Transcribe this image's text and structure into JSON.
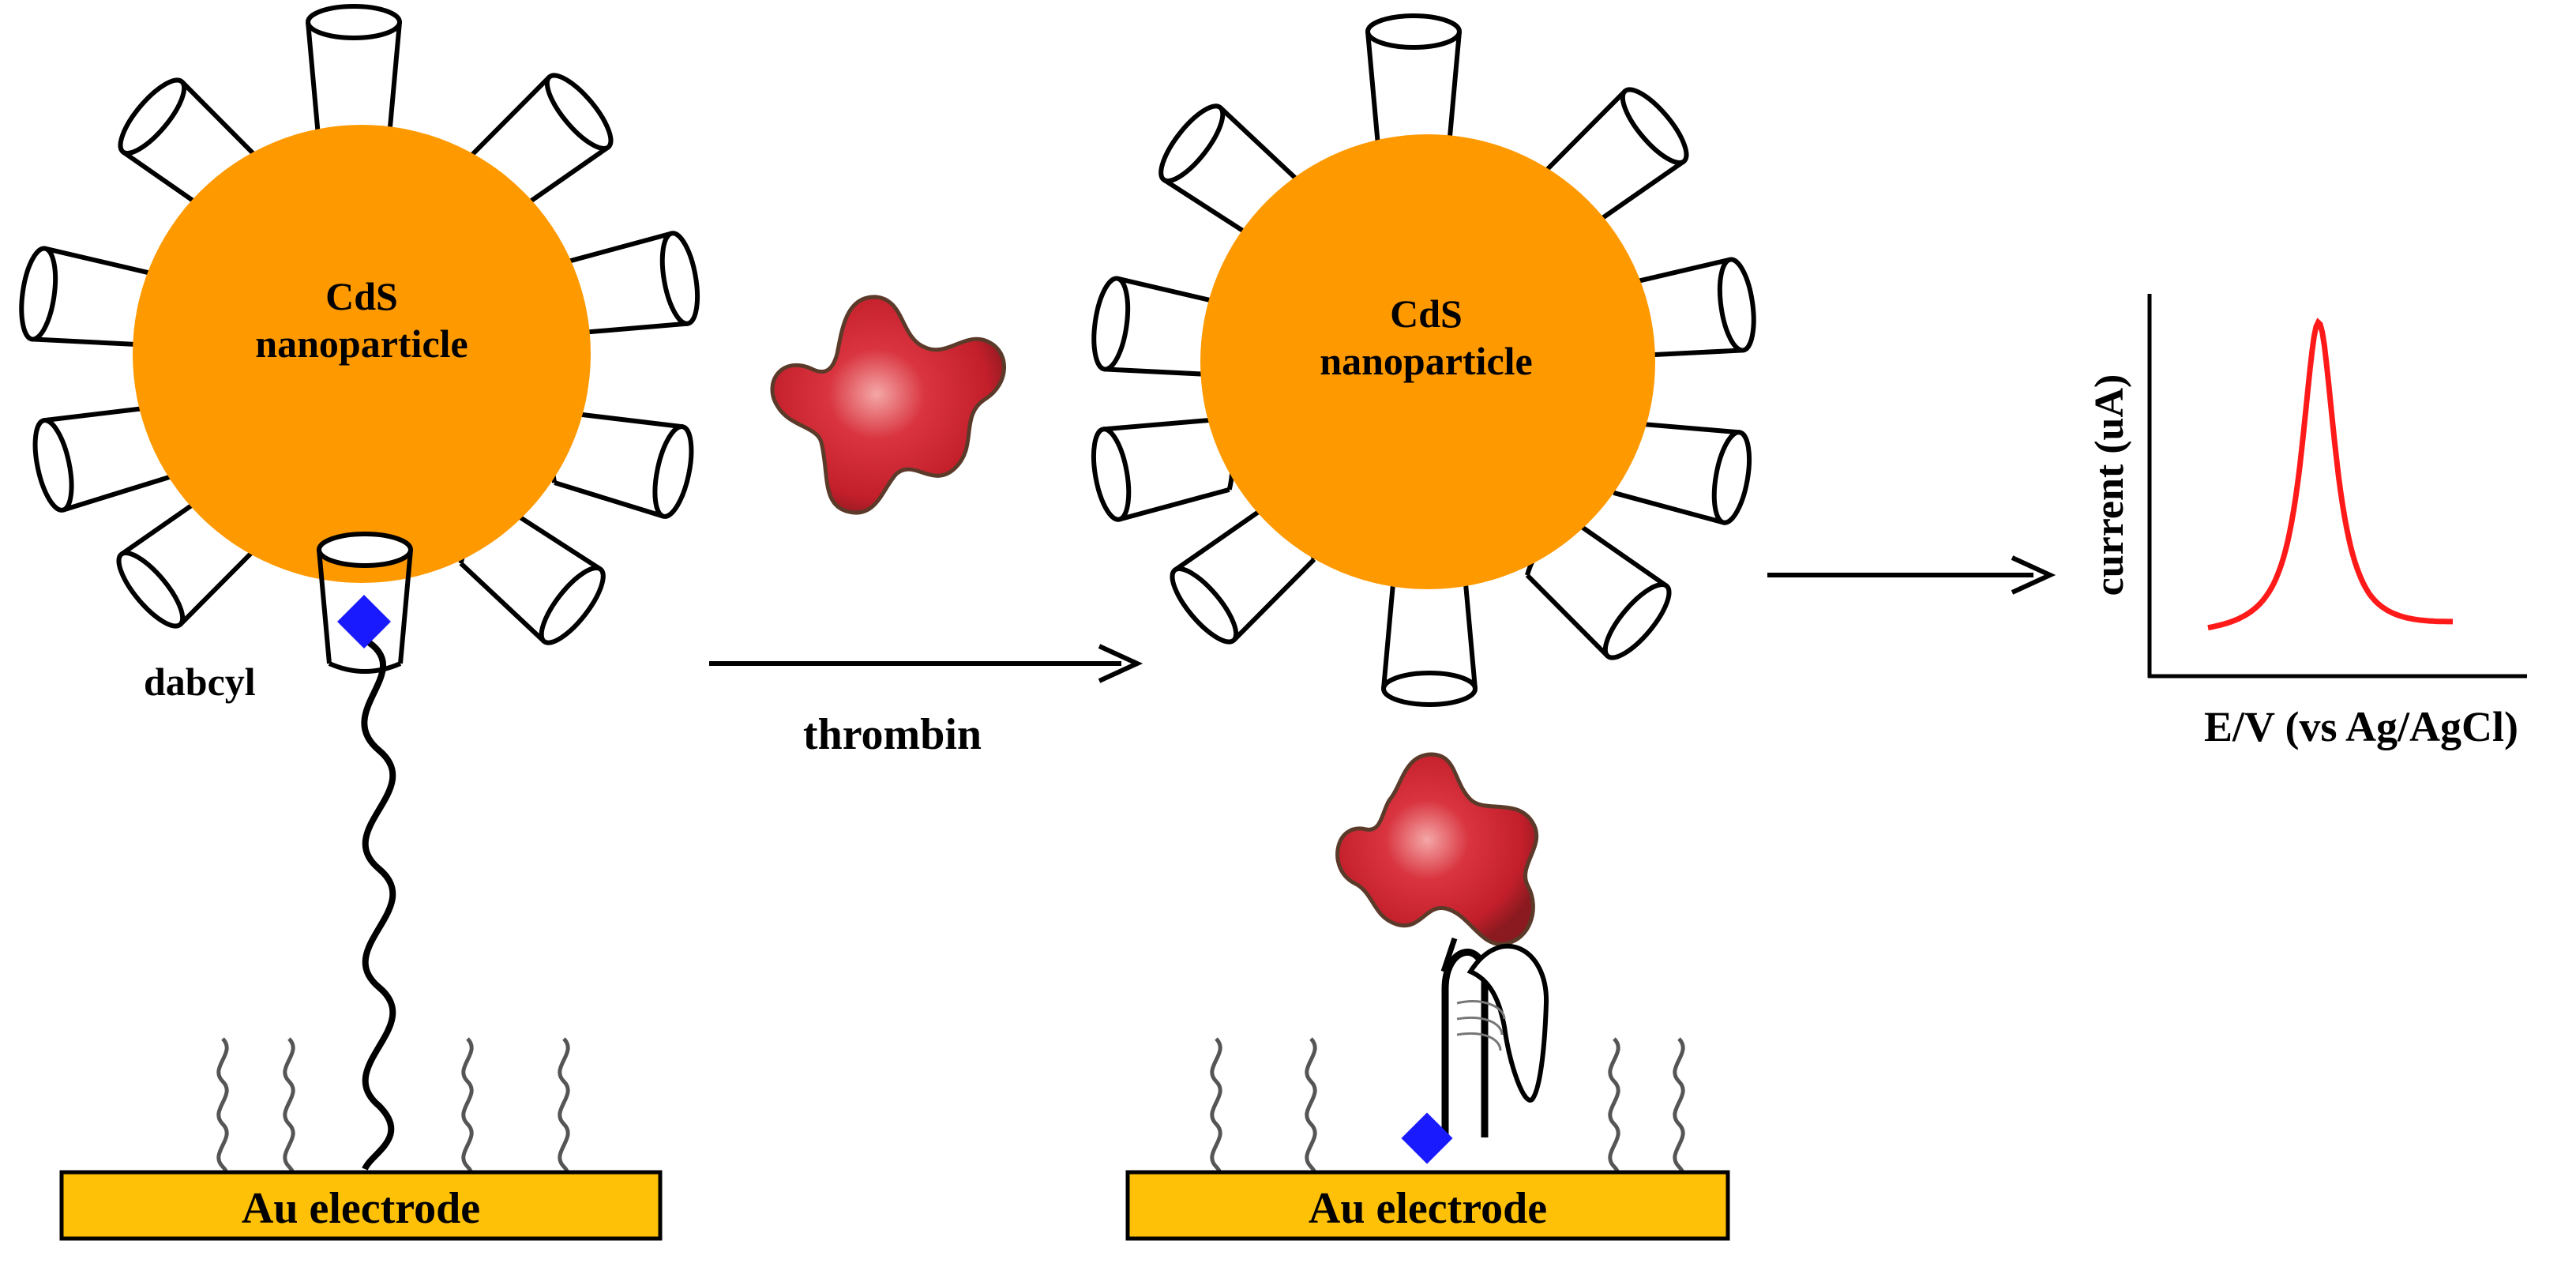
{
  "colors": {
    "nanoparticle": "#FF9900",
    "electrode": "#FFC107",
    "dabcyl": "#1A1AFF",
    "thrombin": "#C8222A",
    "peak": "#FF1A1A",
    "ink": "#000000"
  },
  "left_panel": {
    "nanoparticle_label_line1": "CdS",
    "nanoparticle_label_line2": "nanoparticle",
    "dabcyl_label": "dabcyl",
    "electrode_label": "Au electrode"
  },
  "arrow": {
    "label": "thrombin"
  },
  "right_panel": {
    "nanoparticle_label_line1": "CdS",
    "nanoparticle_label_line2": "nanoparticle",
    "electrode_label": "Au electrode"
  },
  "chart_data": {
    "type": "line",
    "title": "",
    "xlabel": "E/V (vs Ag/AgCl)",
    "ylabel": "current (uA)",
    "series": [
      {
        "name": "",
        "shape": "single symmetric peak",
        "peak_count": 1
      }
    ]
  }
}
